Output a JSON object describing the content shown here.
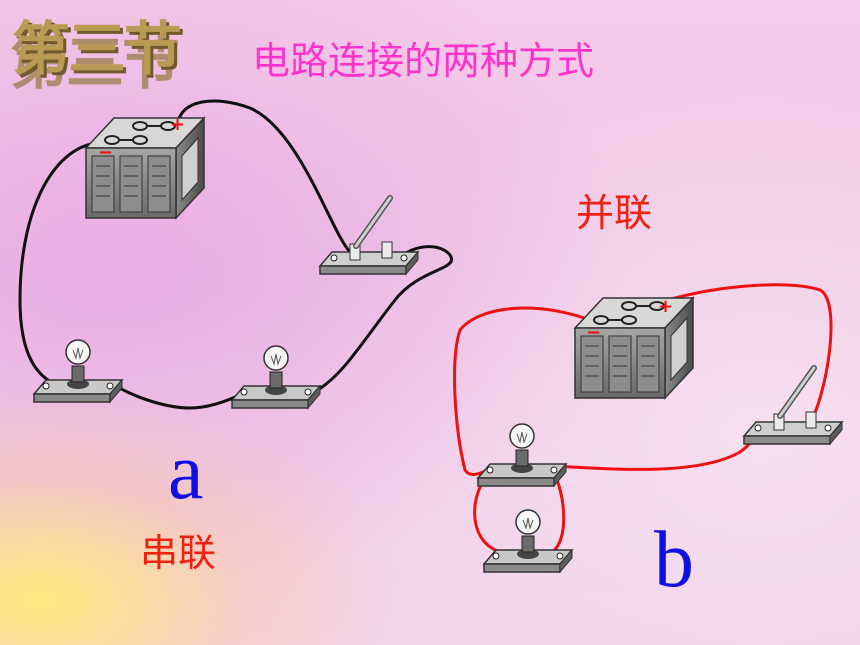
{
  "slide": {
    "section_title": "第三节",
    "heading": "电路连接的两种方式"
  },
  "circuit_a": {
    "letter": "a",
    "type_label": "串联",
    "battery_signs": {
      "plus": "+",
      "minus": "−"
    }
  },
  "circuit_b": {
    "letter": "b",
    "type_label": "并联",
    "battery_signs": {
      "plus": "+",
      "minus": "−"
    }
  },
  "colors": {
    "wire_a": "#111111",
    "wire_b": "#ee1111",
    "heading": "#ff33cc",
    "letters": "#1010e0",
    "labels": "#ee2211"
  }
}
